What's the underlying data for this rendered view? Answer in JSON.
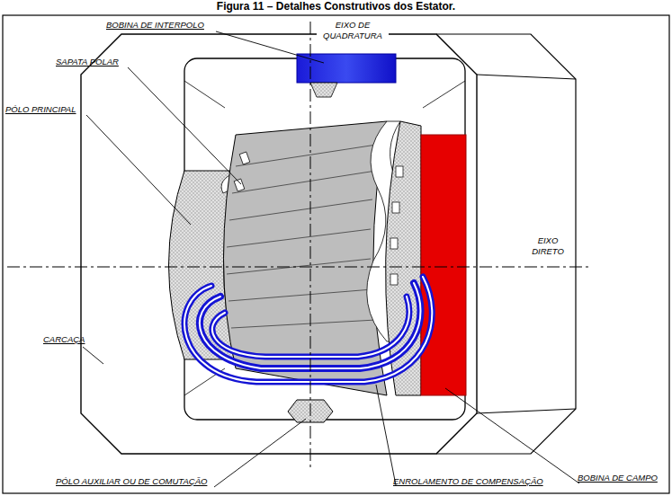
{
  "diagram": {
    "title": "Figura 11 – Detalhes Construtivos dos Estator.",
    "labels": [
      "BOBINA DE INTERPOLO",
      "EIXO DE QUADRATURA",
      "SAPATA POLAR",
      "PÓLO PRINCIPAL",
      "EIXO DIRETO",
      "CARCAÇA",
      "BOBINA DE CAMPO",
      "PÓLO AUXILIAR OU DE COMUTAÇÃO",
      "ENROLAMENTO DE COMPENSAÇÃO"
    ]
  }
}
